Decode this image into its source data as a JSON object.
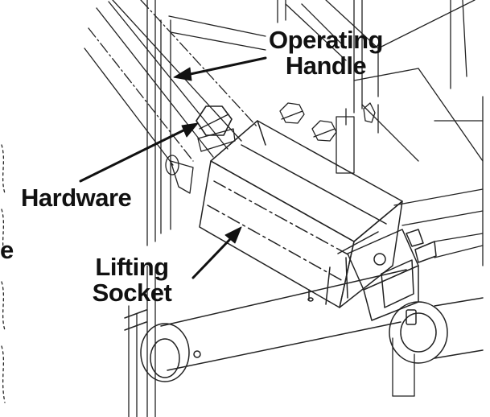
{
  "diagram": {
    "labels": {
      "operating_handle": {
        "line1": "Operating",
        "line2": "Handle"
      },
      "hardware": "Hardware",
      "lifting_socket": {
        "line1": "Lifting",
        "line2": "Socket"
      },
      "edge_fragment": "e"
    }
  },
  "colors": {
    "ink": "#111111",
    "line": "#222222",
    "background": "#ffffff"
  }
}
